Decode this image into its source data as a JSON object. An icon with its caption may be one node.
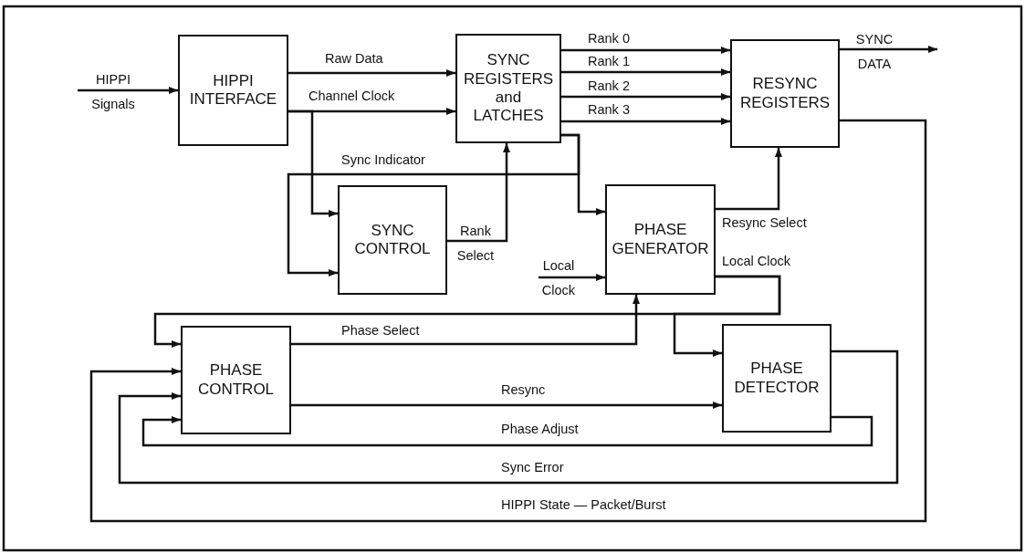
{
  "diagram": {
    "nodes": [
      {
        "text": [
          "HIPPI INTERFACE"
        ]
      },
      {
        "text": [
          "SYNC REGISTERS and LATCHES"
        ]
      },
      {
        "text": [
          "RESYNC REGISTERS"
        ]
      },
      {
        "text": [
          "SYNC CONTROL"
        ]
      },
      {
        "text": [
          "PHASE GENERATOR"
        ]
      },
      {
        "text": [
          "PHASE CONTROL"
        ]
      },
      {
        "text": [
          "PHASE DETECTOR"
        ]
      }
    ],
    "edges": [
      {
        "from": null,
        "to": 0,
        "arrow": "to",
        "label": "HIPPI Signals"
      },
      {
        "from": 0,
        "to": 1,
        "arrow": "to",
        "label": "Raw Data"
      },
      {
        "from": 0,
        "to": 1,
        "arrow": "to",
        "label": "Channel Clock"
      },
      {
        "from": 0,
        "to": 3,
        "arrow": "to"
      },
      {
        "from": 1,
        "to": 2,
        "arrow": "to",
        "label": "Rank 0"
      },
      {
        "from": 1,
        "to": 2,
        "arrow": "to",
        "label": "Rank 1"
      },
      {
        "from": 1,
        "to": 2,
        "arrow": "to",
        "label": "Rank 2"
      },
      {
        "from": 1,
        "to": 2,
        "arrow": "to",
        "label": "Rank 3"
      },
      {
        "from": 2,
        "to": null,
        "arrow": "to",
        "label": "SYNC DATA"
      },
      {
        "from": 3,
        "to": 1,
        "arrow": "to",
        "label": "Rank Select"
      },
      {
        "from": 1,
        "to": 4,
        "arrow": "to"
      },
      {
        "from": 1,
        "to": 3,
        "arrow": "to",
        "label": "Sync Indicator"
      },
      {
        "from": 4,
        "to": 2,
        "arrow": "to",
        "label": "Resync Select"
      },
      {
        "from": null,
        "to": 4,
        "arrow": "to",
        "label": "Local Clock"
      },
      {
        "from": 4,
        "to": 5,
        "arrow": "to",
        "label": "Local Clock"
      },
      {
        "from": 4,
        "to": 6,
        "arrow": "to"
      },
      {
        "from": 5,
        "to": 4,
        "arrow": "to",
        "label": "Phase Select"
      },
      {
        "from": 5,
        "to": 6,
        "arrow": "to",
        "label": "Resync"
      },
      {
        "from": 6,
        "to": 5,
        "arrow": "to",
        "label": "Phase Adjust"
      },
      {
        "from": 6,
        "to": 5,
        "arrow": "to",
        "label": "Sync Error"
      },
      {
        "from": 2,
        "to": 5,
        "arrow": "to",
        "label": "HIPPI State — Packet/Burst"
      }
    ]
  }
}
